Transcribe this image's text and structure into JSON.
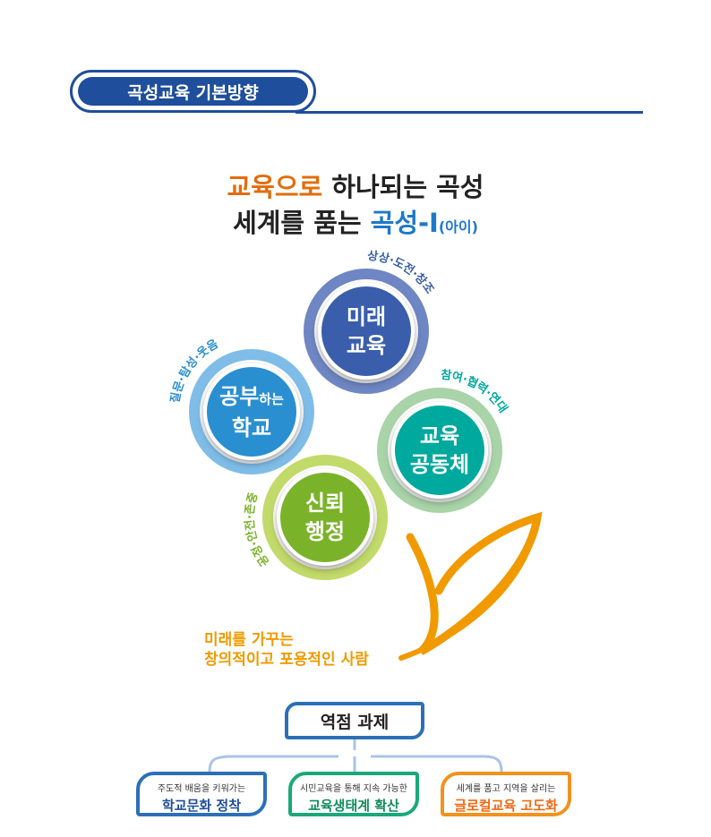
{
  "header": {
    "title": "곡성교육 기본방향"
  },
  "vision": {
    "line1_a": "교육으로",
    "line1_b": " 하나되는 곡성",
    "line2_a": "세계를 품는 ",
    "line2_b": "곡성-I",
    "line2_c": "(아이)"
  },
  "circles": [
    {
      "title1": "미래",
      "title2": "교육",
      "arc": "상상·도전·창조",
      "color": "#3a5eab"
    },
    {
      "title1": "공부",
      "title1_small": "하는",
      "title2": "학교",
      "arc": "질문·탐성·웃음",
      "color": "#2a8fd0"
    },
    {
      "title1": "교육",
      "title2": "공동체",
      "arc": "참여·협력·연대",
      "color": "#00a99d"
    },
    {
      "title1": "신뢰",
      "title2": "행정",
      "arc": "공정·안전·존중",
      "color": "#7ab32a"
    }
  ],
  "slogan": {
    "line1": "미래를 가꾸는",
    "line2": "창의적이고 포용적인 사람"
  },
  "tasks": {
    "title": "역점 과제",
    "items": [
      {
        "sub": "주도적 배움을 키워가는",
        "main": "학교문화 정착",
        "color": "#2c6fb8"
      },
      {
        "sub": "시민교육을 통해 지속 가능한",
        "main": "교육생태계 확산",
        "color": "#1aa87a"
      },
      {
        "sub": "세계를 품고 지역을 살리는",
        "main": "글로컬교육 고도화",
        "color": "#f0931e"
      }
    ]
  }
}
